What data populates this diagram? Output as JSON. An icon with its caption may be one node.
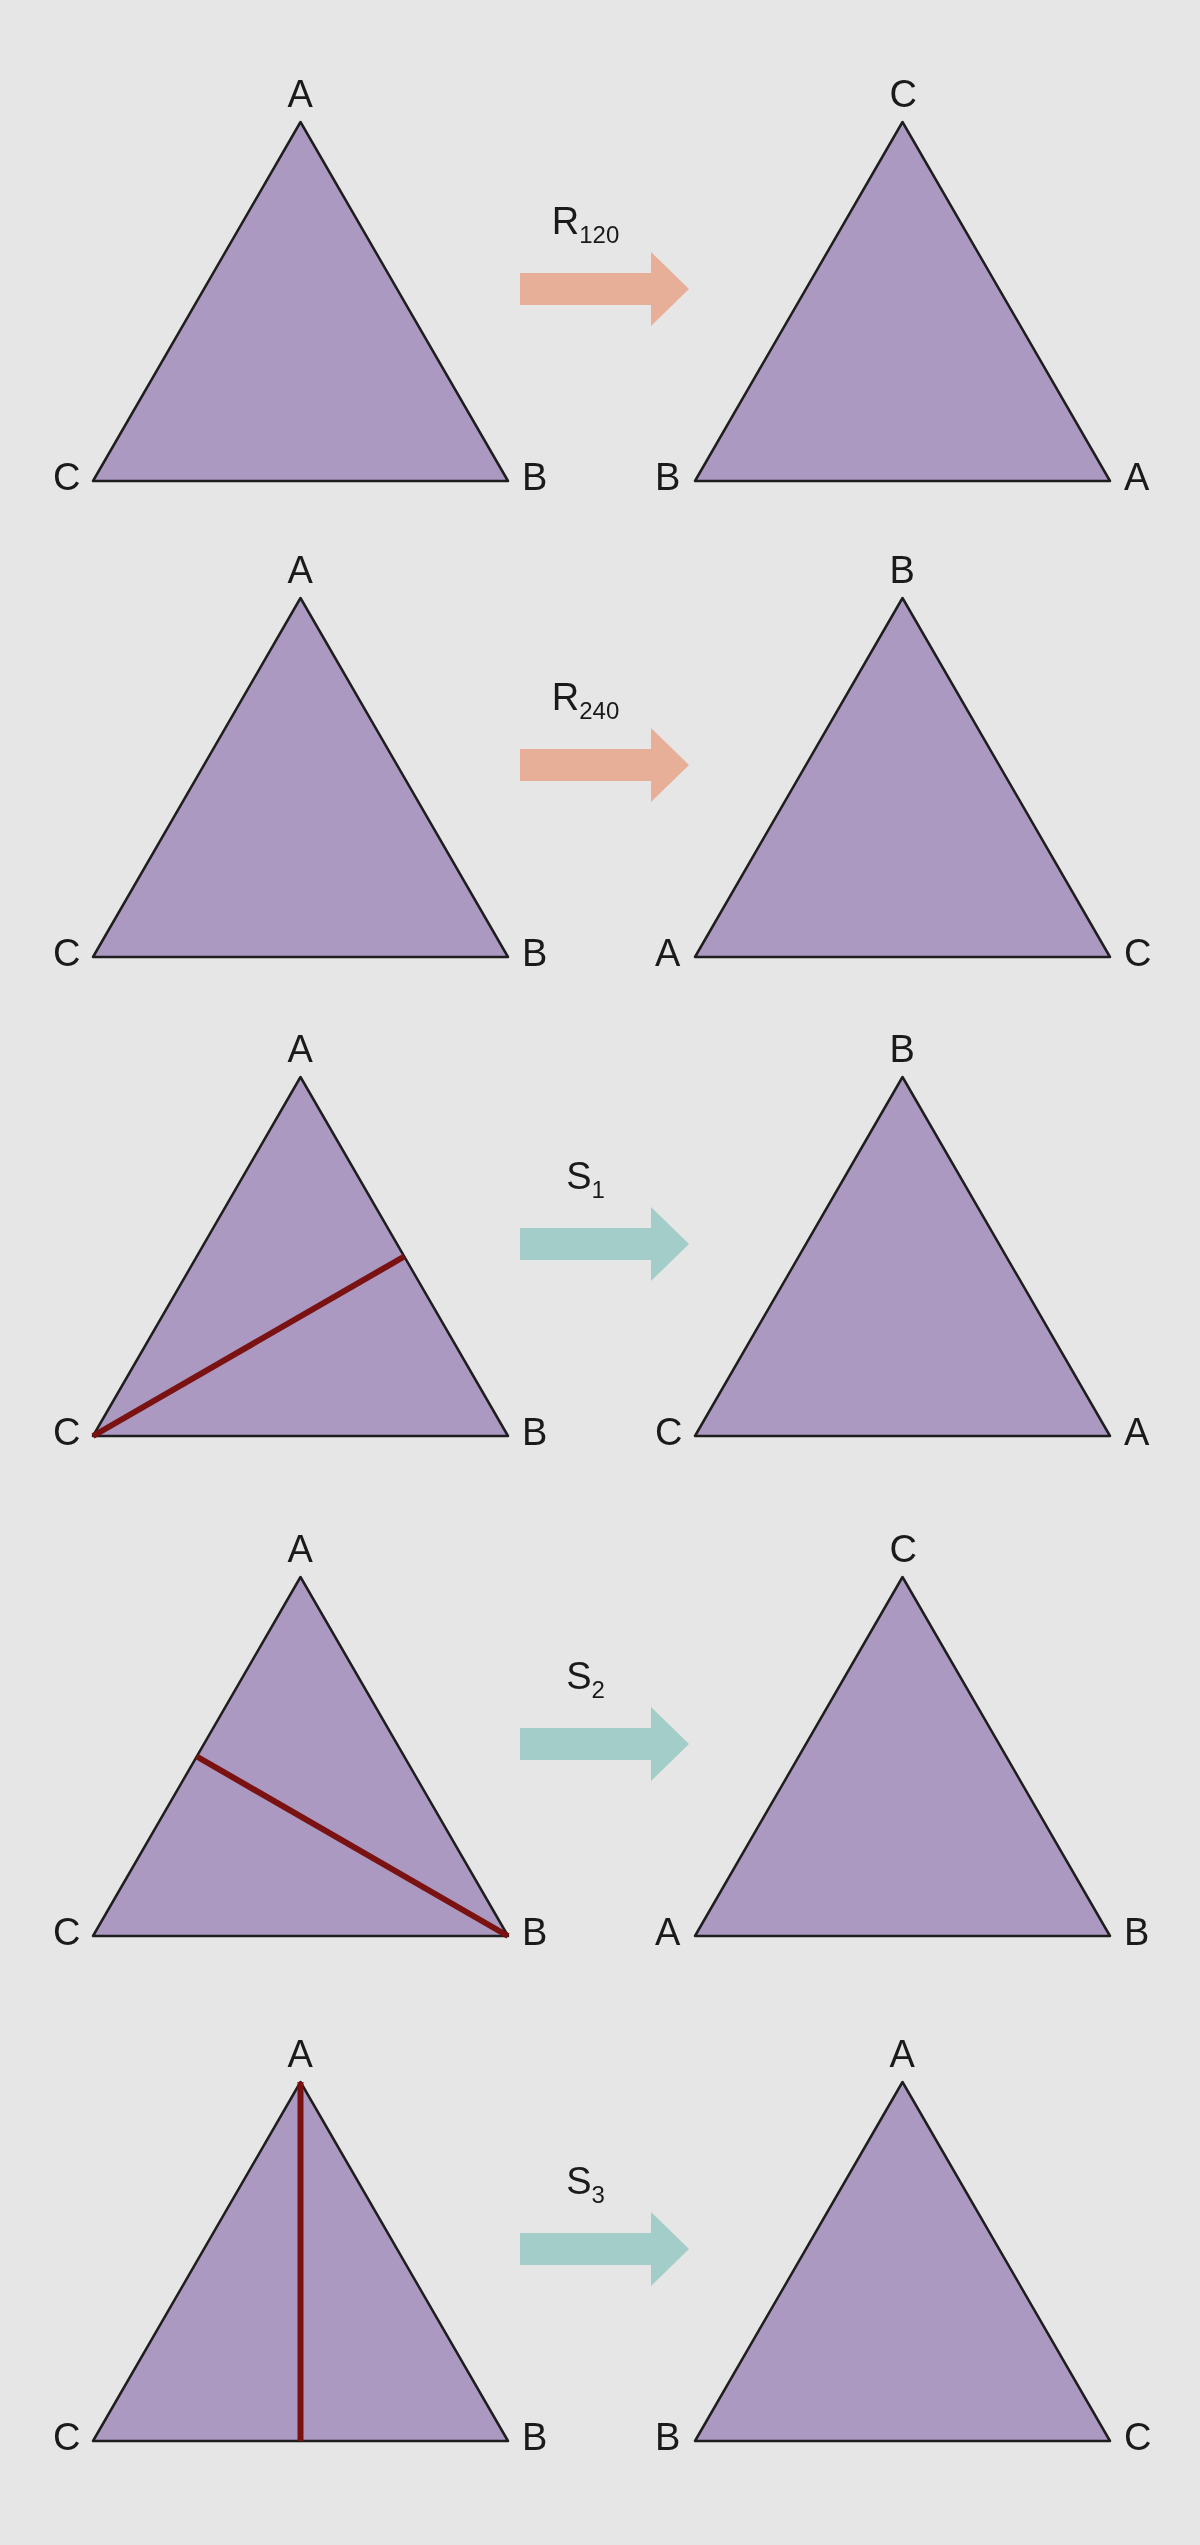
{
  "diagram": {
    "nodes": [
      {
        "text": [],
        "shape": "triangle",
        "beside": [
          "A",
          "C",
          "B"
        ]
      },
      {
        "text": [],
        "shape": "triangle",
        "beside": [
          "C",
          "B",
          "A"
        ]
      },
      {
        "text": [],
        "shape": "triangle",
        "beside": [
          "A",
          "C",
          "B"
        ]
      },
      {
        "text": [],
        "shape": "triangle",
        "beside": [
          "B",
          "A",
          "C"
        ]
      },
      {
        "text": [],
        "shape": "triangle",
        "beside": [
          "A",
          "C",
          "B"
        ]
      },
      {
        "text": [],
        "shape": "triangle",
        "beside": [
          "B",
          "C",
          "A"
        ]
      },
      {
        "text": [],
        "shape": "triangle",
        "beside": [
          "A",
          "C",
          "B"
        ]
      },
      {
        "text": [],
        "shape": "triangle",
        "beside": [
          "C",
          "A",
          "B"
        ]
      },
      {
        "text": [],
        "shape": "triangle",
        "beside": [
          "A",
          "C",
          "B"
        ]
      },
      {
        "text": [],
        "shape": "triangle",
        "beside": [
          "A",
          "B",
          "C"
        ]
      }
    ],
    "edges": [
      {
        "from": 0,
        "to": 1,
        "arrow": "to",
        "label": "R$_{120}$",
        "color": "#e8af98"
      },
      {
        "from": 2,
        "to": 3,
        "arrow": "to",
        "label": "R$_{240}$",
        "color": "#e8af98"
      },
      {
        "from": 4,
        "to": 5,
        "arrow": "to",
        "label": "S$_{1}$"
      },
      {
        "from": 6,
        "to": 7,
        "arrow": "to",
        "label": "S$_{2}$"
      },
      {
        "from": 8,
        "to": 9,
        "arrow": "to",
        "label": "S$_{3}$"
      }
    ]
  }
}
